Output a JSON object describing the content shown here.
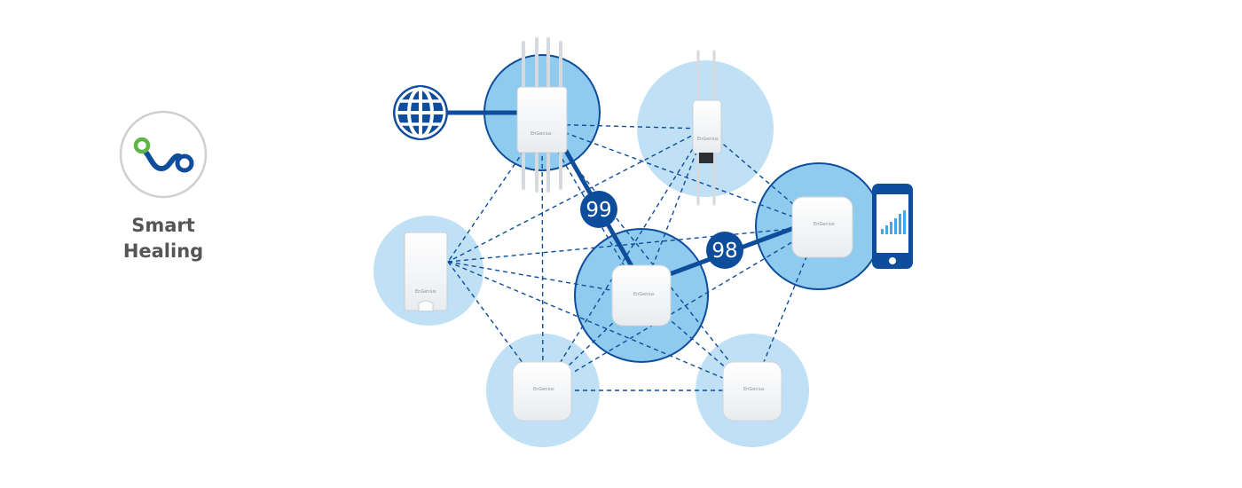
{
  "feature": {
    "title_line1": "Smart",
    "title_line2": "Healing",
    "icon": "smart-healing-path-icon"
  },
  "colors": {
    "primary_blue": "#0d4d9b",
    "mesh_circle_light": "#bfe0f5",
    "mesh_circle_active": "#8ecbee",
    "logo_green": "#5fb546",
    "logo_ring": "#cfcfcf",
    "signal_bars": "#43a6e6"
  },
  "icons": {
    "internet": "globe-icon",
    "client": "smartphone-icon"
  },
  "badges": [
    {
      "value": "99"
    },
    {
      "value": "98"
    }
  ],
  "devices": [
    {
      "id": "ap-outdoor-quad",
      "brand": "EnGenius"
    },
    {
      "id": "ap-outdoor-dual",
      "brand": "EnGenius"
    },
    {
      "id": "ap-bridge",
      "brand": "EnGenius"
    },
    {
      "id": "ap-ceiling-center",
      "brand": "EnGenius"
    },
    {
      "id": "ap-ceiling-right",
      "brand": "EnGenius"
    },
    {
      "id": "ap-ceiling-bottom-left",
      "brand": "EnGenius"
    },
    {
      "id": "ap-ceiling-bottom-right",
      "brand": "EnGenius"
    }
  ]
}
